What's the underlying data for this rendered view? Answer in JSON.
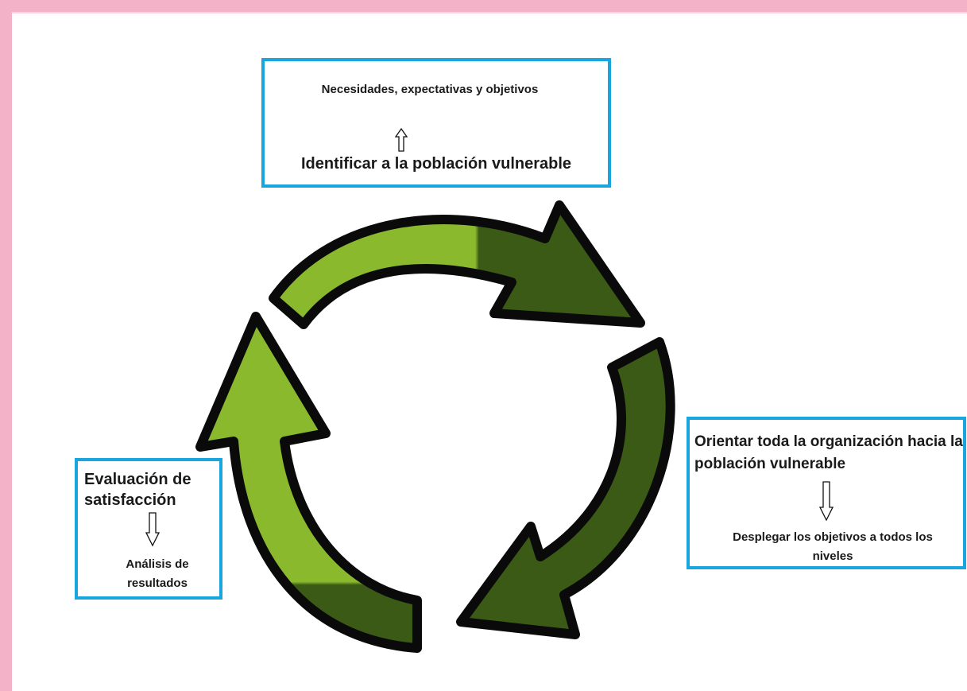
{
  "diagram": {
    "colors": {
      "border": "#19a5de",
      "arrow_light": "#8ab92e",
      "arrow_dark": "#3b5a15",
      "arrow_outline": "#0a0a0a",
      "frame": "#f4b2c8"
    },
    "top_box": {
      "subtitle": "Necesidades, expectativas y objetivos",
      "title": "Identificar a la población vulnerable",
      "arrow_icon": "up-arrow-icon"
    },
    "right_box": {
      "title": "Orientar toda la organización hacia la población vulnerable",
      "subtitle": "Desplegar los objetivos a todos los niveles",
      "arrow_icon": "down-arrow-icon"
    },
    "left_box": {
      "title": "Evaluación de satisfacción",
      "subtitle": "Análisis de resultados",
      "arrow_icon": "down-arrow-icon"
    }
  }
}
